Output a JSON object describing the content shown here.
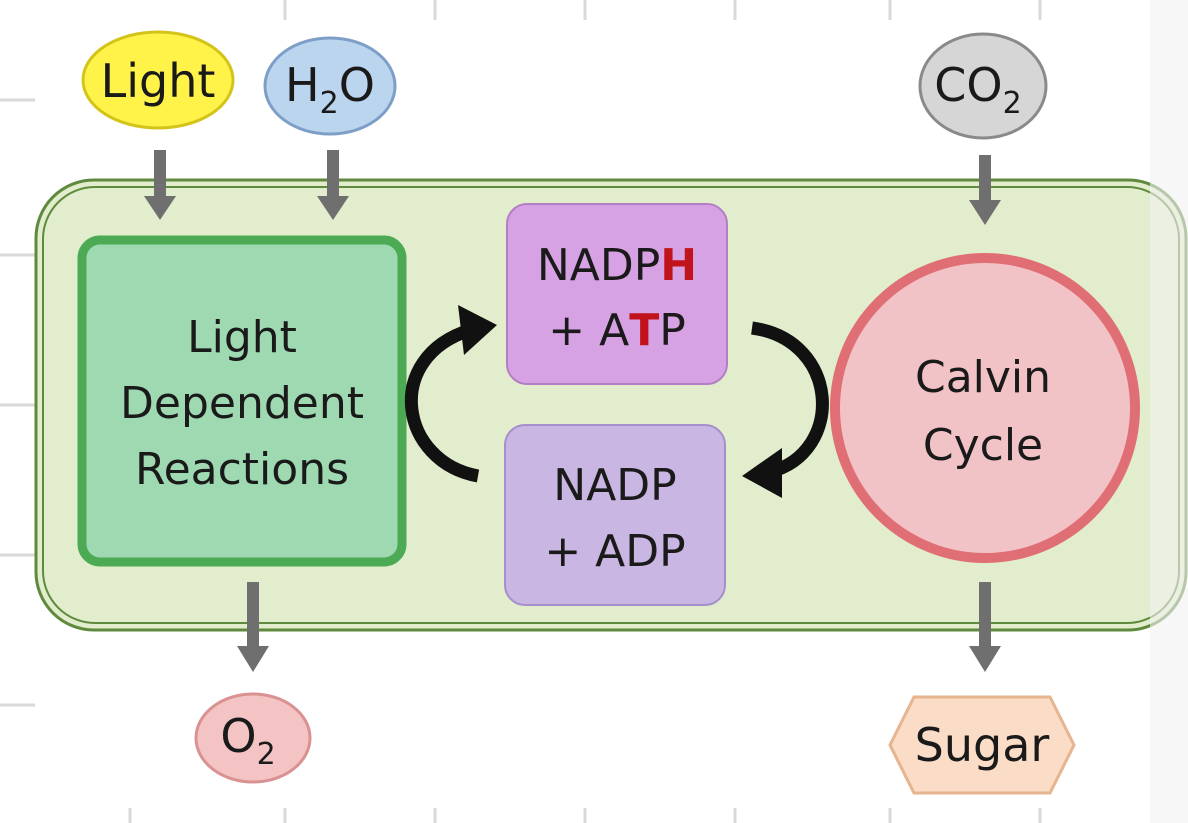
{
  "inputs": {
    "light": "Light",
    "water": {
      "base1": "H",
      "sub": "2",
      "base2": "O"
    },
    "co2": {
      "base": "CO",
      "sub": "2"
    }
  },
  "light_dependent": {
    "line1": "Light",
    "line2": "Dependent",
    "line3": "Reactions"
  },
  "nadph_box": {
    "line1_a": "NADP",
    "line1_b": "H",
    "line2_a": "+ A",
    "line2_b": "T",
    "line2_c": "P"
  },
  "nadp_box": {
    "line1": "NADP",
    "line2": "+ ADP"
  },
  "calvin": {
    "line1": "Calvin",
    "line2": "Cycle"
  },
  "outputs": {
    "oxygen": {
      "base": "O",
      "sub": "2"
    },
    "sugar": "Sugar"
  },
  "colors": {
    "background_box": "#e1edcc",
    "background_border": "#5f8a3e",
    "light_fill": "#fff34a",
    "water_fill": "#bcd5ef",
    "co2_fill": "#d6d6d6",
    "ldr_fill": "#9fd9b2",
    "ldr_border": "#4caa55",
    "nadph_fill": "#d7a2e3",
    "nadp_fill": "#c9b6e3",
    "calvin_fill": "#f2c3c6",
    "calvin_border": "#e06f75",
    "oxygen_fill": "#f4c4c4",
    "sugar_fill": "#fbdcc6",
    "highlight": "#c0131b",
    "arrow_gray": "#6f6f6f"
  }
}
